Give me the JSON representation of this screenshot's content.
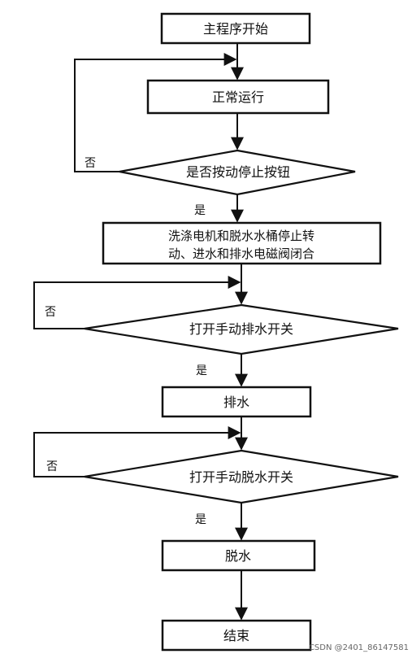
{
  "flowchart": {
    "start": "主程序开始",
    "normal_run": "正常运行",
    "decision_stop": "是否按动停止按钮",
    "stop_action_line1": "洗涤电机和脱水水桶停止转",
    "stop_action_line2": "动、进水和排水电磁阀闭合",
    "decision_drain": "打开手动排水开关",
    "drain": "排水",
    "decision_spin": "打开手动脱水开关",
    "spin": "脱水",
    "end": "结束",
    "yes": "是",
    "no": "否"
  },
  "watermark": "CSDN @2401_86147581"
}
